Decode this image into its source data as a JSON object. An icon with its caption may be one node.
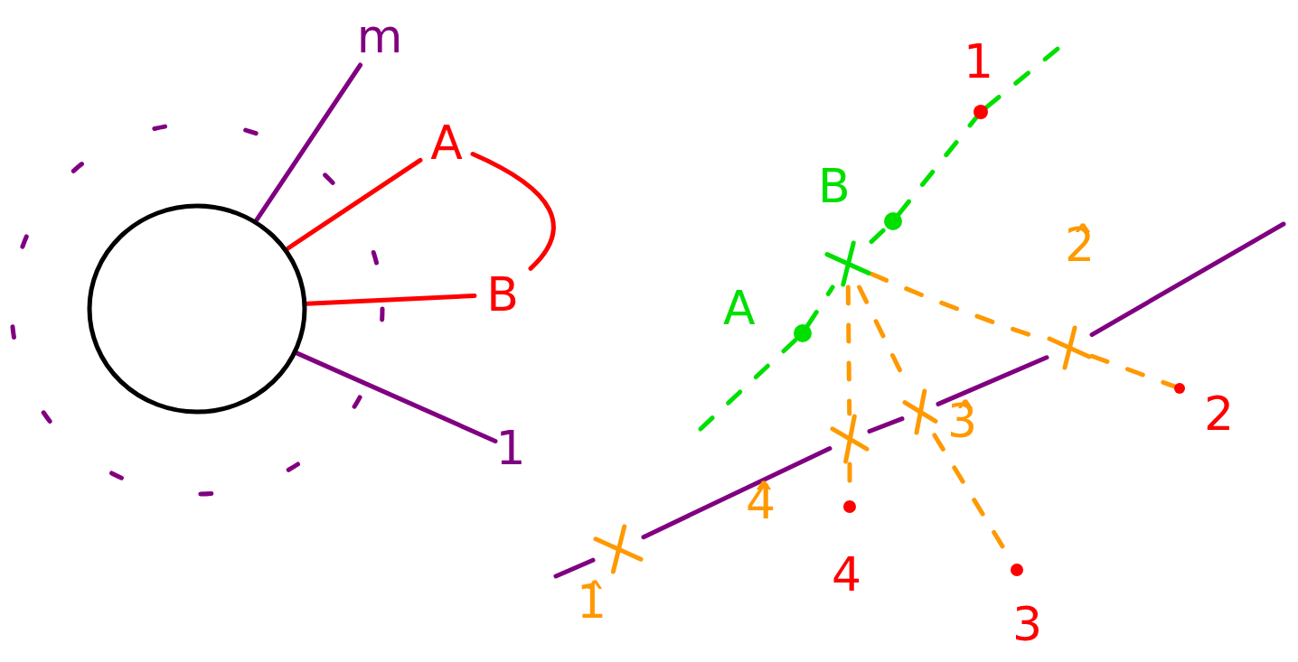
{
  "diagram": {
    "nodes": [
      {
        "text": [],
        "shape": "circle"
      },
      {
        "text": [
          "m"
        ]
      },
      {
        "text": [
          "A"
        ]
      },
      {
        "text": [
          "B"
        ]
      },
      {
        "text": [
          "1"
        ]
      },
      {
        "text": [],
        "shape": "circle",
        "beside": [
          "A"
        ]
      },
      {
        "text": [],
        "shape": "cross"
      },
      {
        "text": [],
        "shape": "circle",
        "beside": [
          "B"
        ]
      },
      {
        "text": [],
        "shape": "circle",
        "beside": [
          "1"
        ]
      },
      {
        "text": [],
        "shape": "circle",
        "beside": [
          "2"
        ]
      },
      {
        "text": [],
        "shape": "circle",
        "beside": [
          "3"
        ]
      },
      {
        "text": [],
        "shape": "circle",
        "beside": [
          "4"
        ]
      },
      {
        "text": [],
        "shape": "cross",
        "beside": [
          "1̂"
        ]
      },
      {
        "text": [],
        "shape": "cross",
        "beside": [
          "4̂"
        ]
      },
      {
        "text": [],
        "shape": "cross",
        "beside": [
          "3̂"
        ]
      },
      {
        "text": [],
        "shape": "cross",
        "beside": [
          "2̂"
        ]
      }
    ],
    "edges": [
      {
        "from": 0,
        "to": 1,
        "arrow": "none",
        "color": "#800080"
      },
      {
        "from": 0,
        "to": 2,
        "arrow": "none",
        "color": "#ff0000"
      },
      {
        "from": 0,
        "to": 3,
        "arrow": "none",
        "color": "#ff0000"
      },
      {
        "from": 0,
        "to": 4,
        "arrow": "none",
        "color": "#800080"
      },
      {
        "from": 2,
        "to": 3,
        "arrow": "none",
        "color": "#ff0000"
      },
      {
        "from": null,
        "to": 5,
        "arrow": "none",
        "style": "dashed",
        "color": "#00e000"
      },
      {
        "from": 5,
        "to": 6,
        "arrow": "none",
        "style": "dashed",
        "color": "#00e000"
      },
      {
        "from": 6,
        "to": 7,
        "arrow": "none",
        "style": "dashed",
        "color": "#00e000"
      },
      {
        "from": 7,
        "to": 8,
        "arrow": "none",
        "style": "dashed",
        "color": "#00e000"
      },
      {
        "from": 8,
        "to": null,
        "arrow": "none",
        "style": "dashed",
        "color": "#00e000"
      },
      {
        "from": 6,
        "to": 15,
        "arrow": "none",
        "style": "dashed",
        "color": "#ff9900"
      },
      {
        "from": 15,
        "to": 9,
        "arrow": "none",
        "style": "dashed",
        "color": "#ff9900"
      },
      {
        "from": 6,
        "to": 14,
        "arrow": "none",
        "style": "dashed",
        "color": "#ff9900"
      },
      {
        "from": 14,
        "to": 10,
        "arrow": "none",
        "style": "dashed",
        "color": "#ff9900"
      },
      {
        "from": 6,
        "to": 13,
        "arrow": "none",
        "style": "dashed",
        "color": "#ff9900"
      },
      {
        "from": 13,
        "to": 11,
        "arrow": "none",
        "style": "dashed",
        "color": "#ff9900"
      },
      {
        "from": null,
        "to": 12,
        "arrow": "none",
        "color": "#800080"
      },
      {
        "from": 12,
        "to": 13,
        "arrow": "none",
        "color": "#800080"
      },
      {
        "from": 13,
        "to": 14,
        "arrow": "none",
        "color": "#800080"
      },
      {
        "from": 14,
        "to": 15,
        "arrow": "none",
        "color": "#800080"
      },
      {
        "from": 15,
        "to": null,
        "arrow": "none",
        "color": "#800080"
      }
    ]
  }
}
